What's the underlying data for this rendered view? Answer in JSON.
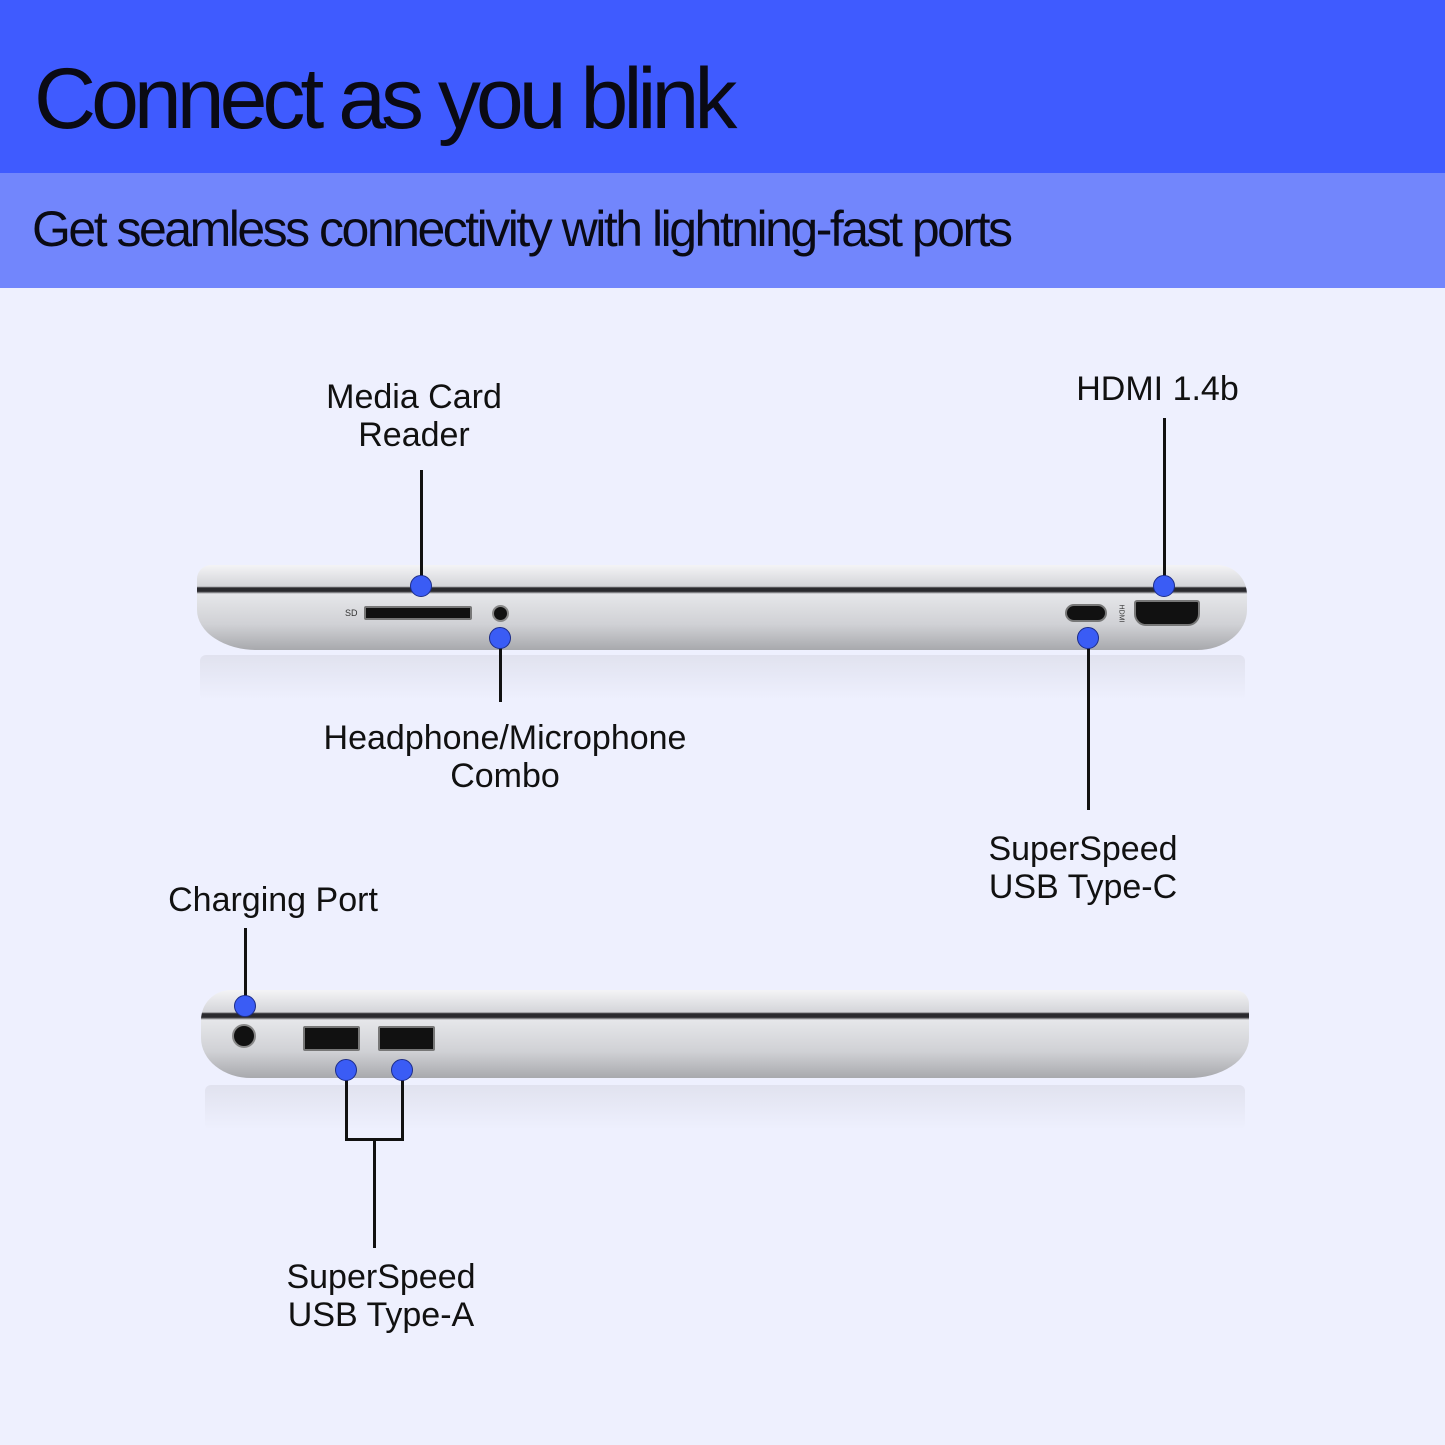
{
  "header": {
    "title": "Connect as you blink",
    "subtitle": "Get seamless connectivity with lightning-fast ports"
  },
  "colors": {
    "header": "#3f5bff",
    "subheader": "#7286fc",
    "background": "#eef0fe",
    "marker": "#3a5cf5"
  },
  "laptop_markings": {
    "sd": "SD",
    "hdmi": "HDMI"
  },
  "callouts": {
    "media_card": [
      "Media Card",
      "Reader"
    ],
    "headphone": [
      "Headphone/Microphone",
      "Combo"
    ],
    "hdmi": [
      "HDMI 1.4b"
    ],
    "usb_c": [
      "SuperSpeed",
      "USB Type-C"
    ],
    "charging": [
      "Charging Port"
    ],
    "usb_a": [
      "SuperSpeed",
      "USB Type-A"
    ]
  }
}
